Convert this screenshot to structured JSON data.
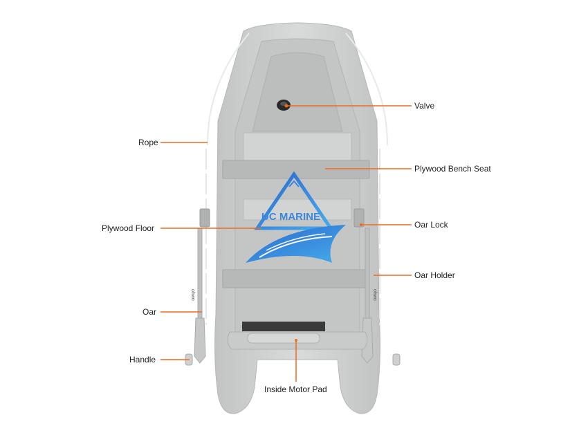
{
  "labels": {
    "valve": "Valve",
    "rope": "Rope",
    "plywood_bench_seat": "Plywood Bench Seat",
    "plywood_floor": "Plywood Floor",
    "oar_lock": "Oar Lock",
    "oar_holder": "Oar Holder",
    "oar": "Oar",
    "handle": "Handle",
    "inside_motor_pad": "Inside Motor Pad"
  },
  "watermark": {
    "text": "UC MARINE"
  },
  "oar_blade_text": "ohwo",
  "colors": {
    "leader_line": "#ee6a1f",
    "boat_body": "#c9cbcb",
    "boat_tube": "#d4d6d6",
    "watermark_blue": "#2a7fe0",
    "text": "#222222"
  }
}
